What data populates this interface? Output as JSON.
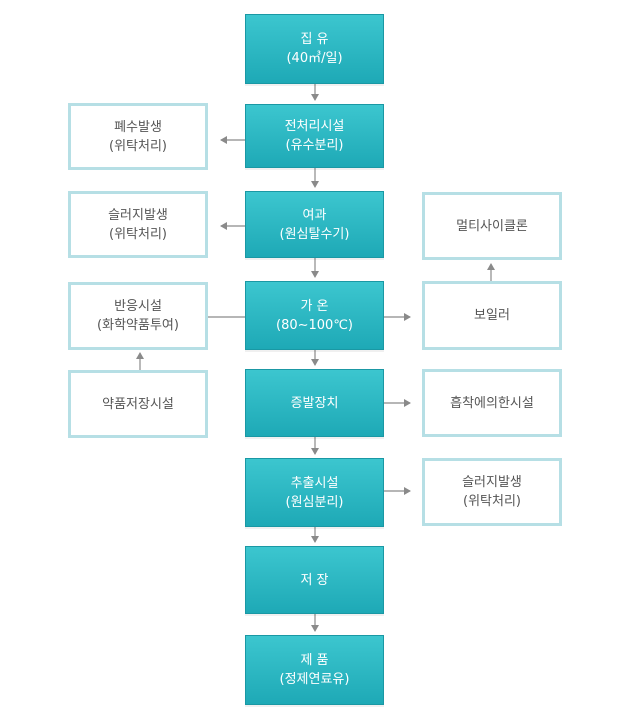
{
  "main_steps": [
    {
      "line1": "집 유",
      "line2": "(40㎥/일)"
    },
    {
      "line1": "전처리시설",
      "line2": "(유수분리)"
    },
    {
      "line1": "여과",
      "line2": "(원심탈수기)"
    },
    {
      "line1": "가 온",
      "line2": "(80∼100℃)"
    },
    {
      "line1": "증발장치",
      "line2": ""
    },
    {
      "line1": "추출시설",
      "line2": "(원심분리)"
    },
    {
      "line1": "저 장",
      "line2": ""
    },
    {
      "line1": "제 품",
      "line2": "(정제연료유)"
    }
  ],
  "left_boxes": [
    {
      "line1": "폐수발생",
      "line2": "(위탁처리)"
    },
    {
      "line1": "슬러지발생",
      "line2": "(위탁처리)"
    },
    {
      "line1": "반응시설",
      "line2": "(화학약품투여)"
    },
    {
      "line1": "약품저장시설",
      "line2": ""
    }
  ],
  "right_boxes": [
    {
      "line1": "멀티사이클론",
      "line2": ""
    },
    {
      "line1": "보일러",
      "line2": ""
    },
    {
      "line1": "흡착에의한시설",
      "line2": ""
    },
    {
      "line1": "슬러지발생",
      "line2": "(위탁처리)"
    }
  ],
  "colors": {
    "main_fill": "#2bb8c3",
    "side_border": "#b6dfe5",
    "arrow": "#8a8a8a"
  }
}
